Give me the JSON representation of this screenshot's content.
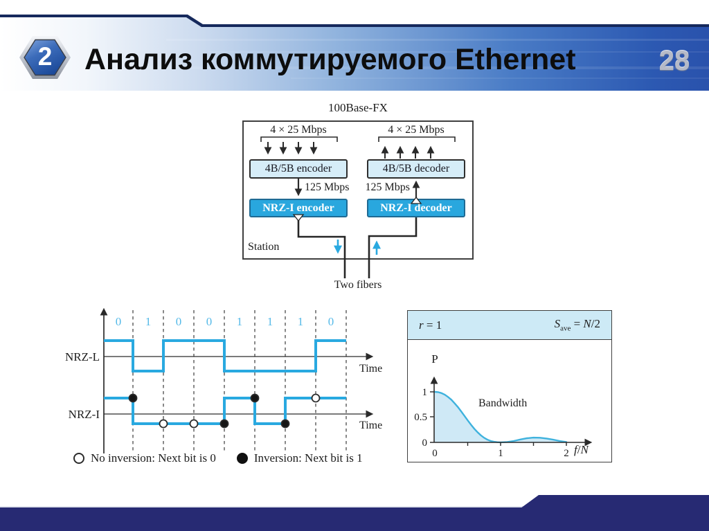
{
  "slide": {
    "badge": "2",
    "title": "Анализ коммутируемого Ethernet",
    "page_number": "28"
  },
  "encoding_diagram": {
    "title": "100Base-FX",
    "station_label": "Station",
    "two_fibers_label": "Two fibers",
    "transmit": {
      "input_rate": "4 × 25 Mbps",
      "block1": "4B/5B encoder",
      "mid_rate": "125 Mbps",
      "block2": "NRZ-I encoder"
    },
    "receive": {
      "output_rate": "4 × 25 Mbps",
      "block1": "4B/5B decoder",
      "mid_rate": "125 Mbps",
      "block2": "NRZ-I decoder"
    }
  },
  "waveform": {
    "nrzl_label": "NRZ-L",
    "nrzi_label": "NRZ-I",
    "time_label": "Time",
    "legend": [
      {
        "marker": "open-circle",
        "text": "No inversion: Next bit is 0"
      },
      {
        "marker": "filled-circle",
        "text": "Inversion: Next bit is 1"
      }
    ]
  },
  "spectrum": {
    "header_left_var": "r",
    "header_left_rest": " = 1",
    "header_right_var": "S",
    "header_right_sub": "ave",
    "header_right_eq": " = ",
    "header_right_var2": "N",
    "header_right_rest": "/2",
    "y_axis_label": "P",
    "y_ticks": [
      "1",
      "0.5",
      "0"
    ],
    "x_ticks": [
      "0",
      "1",
      "2"
    ],
    "x_label_num": "f",
    "x_label_slash": "/",
    "x_label_den": "N",
    "annotation": "Bandwidth"
  },
  "chart_data": [
    {
      "type": "line",
      "title": "NRZ-L and NRZ-I line coding of the bit stream 01001110",
      "bits": [
        "0",
        "1",
        "0",
        "0",
        "1",
        "1",
        "1",
        "0"
      ],
      "series": [
        {
          "name": "NRZ-L",
          "levels": [
            1,
            0,
            1,
            1,
            0,
            0,
            0,
            1
          ]
        },
        {
          "name": "NRZ-I",
          "levels": [
            1,
            0,
            0,
            0,
            1,
            0,
            1,
            1
          ]
        }
      ],
      "nrzi_markers": [
        {
          "boundary": 1,
          "inversion": true
        },
        {
          "boundary": 2,
          "inversion": false
        },
        {
          "boundary": 3,
          "inversion": false
        },
        {
          "boundary": 4,
          "inversion": true
        },
        {
          "boundary": 5,
          "inversion": true
        },
        {
          "boundary": 6,
          "inversion": true
        },
        {
          "boundary": 7,
          "inversion": false
        }
      ],
      "xlabel": "Time"
    },
    {
      "type": "area",
      "title": "NRZ power spectral density, r = 1, Save = N/2",
      "x": [
        0,
        0.05,
        0.1,
        0.15,
        0.2,
        0.25,
        0.3,
        0.35,
        0.4,
        0.45,
        0.5,
        0.55,
        0.6,
        0.65,
        0.7,
        0.75,
        0.8,
        0.85,
        0.9,
        0.95,
        1.0,
        1.1,
        1.2,
        1.3,
        1.4,
        1.5,
        1.6,
        1.7,
        1.8,
        1.9,
        2.0
      ],
      "y": [
        1,
        0.995,
        0.975,
        0.945,
        0.9,
        0.845,
        0.775,
        0.7,
        0.615,
        0.525,
        0.435,
        0.35,
        0.27,
        0.2,
        0.14,
        0.09,
        0.053,
        0.027,
        0.012,
        0.004,
        0.002,
        0.008,
        0.028,
        0.058,
        0.082,
        0.094,
        0.092,
        0.077,
        0.054,
        0.028,
        0.008
      ],
      "xlabel": "f/N",
      "ylabel": "P",
      "xlim": [
        0,
        2.35
      ],
      "ylim": [
        0,
        1.15
      ],
      "yticks": [
        1,
        0.5,
        0
      ],
      "xticks_major": [
        0,
        1,
        2
      ],
      "xticks_minor": [
        0.5,
        1.5
      ],
      "annotation": "Bandwidth"
    }
  ],
  "colors": {
    "header_blue": "#2a52ac",
    "header_edge_navy": "#16295c",
    "footer_navy": "#272a73",
    "signal_blue": "#29a9e0",
    "bit_label_blue": "#54b9e8",
    "box_light_blue": "#d6edf8",
    "box_cyan": "#29a7de",
    "chart_band_blue": "#cdeaf6",
    "page_number_silver": "#b5bac8"
  }
}
